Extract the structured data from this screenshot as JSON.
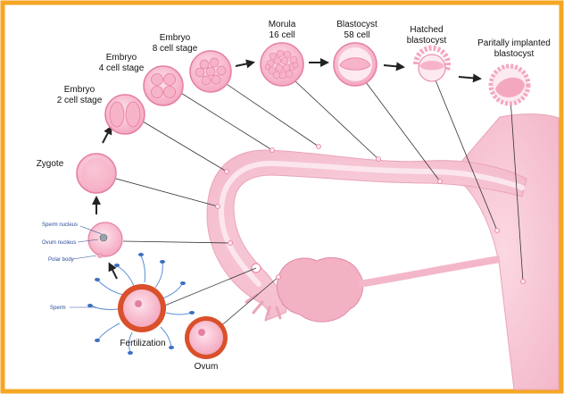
{
  "colors": {
    "border": "#f5a623",
    "tissue": "#f9c9d6",
    "cell": "#f7b3c8",
    "cell_dark": "#e67ea3",
    "ovum_ring": "#d9502a",
    "label_blue": "#2b4d9a"
  },
  "stages": {
    "embryo_2": [
      "Embryo",
      "2 cell stage"
    ],
    "embryo_4": [
      "Embryo",
      "4 cell stage"
    ],
    "embryo_8": [
      "Embryo",
      "8 cell stage"
    ],
    "morula": [
      "Morula",
      "16 cell"
    ],
    "blastocyst": [
      "Blastocyst",
      "58 cell"
    ],
    "hatched": [
      "Hatched",
      "blastocyst"
    ],
    "implanted": [
      "Paritally implanted",
      "blastocyst"
    ],
    "zygote": "Zygote",
    "fertilization": "Fertilization",
    "ovum": "Ovum"
  },
  "annotations": {
    "sperm_nucleus": "Sperm nucleus",
    "ovum_nucleus": "Ovum nucleus",
    "polar_body": "Polar body",
    "sperm": "Sperm"
  }
}
